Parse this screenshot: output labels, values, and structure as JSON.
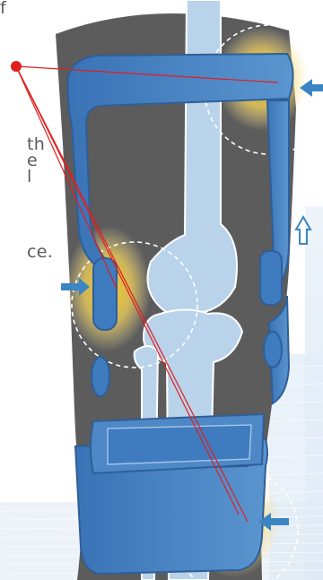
{
  "illustration": {
    "subject": "knee-brace",
    "arrow_color": "#3a86c4",
    "pressure_color": "#f4c22b",
    "leader_color": "#e01f1f",
    "brace_color": "#3f7bbf",
    "bone_color": "#b9d3ea",
    "leg_color": "#5c5c5c"
  },
  "text_fragments": [
    {
      "text": "f"
    },
    {
      "text": "th"
    },
    {
      "text": "e"
    },
    {
      "text": "l"
    },
    {
      "text": "ce."
    }
  ],
  "icons": {
    "pressure_arrows": "arrow-left-icon",
    "side_arrow": "arrow-right-icon",
    "hollow_arrow": "hollow-up-arrow-icon"
  }
}
